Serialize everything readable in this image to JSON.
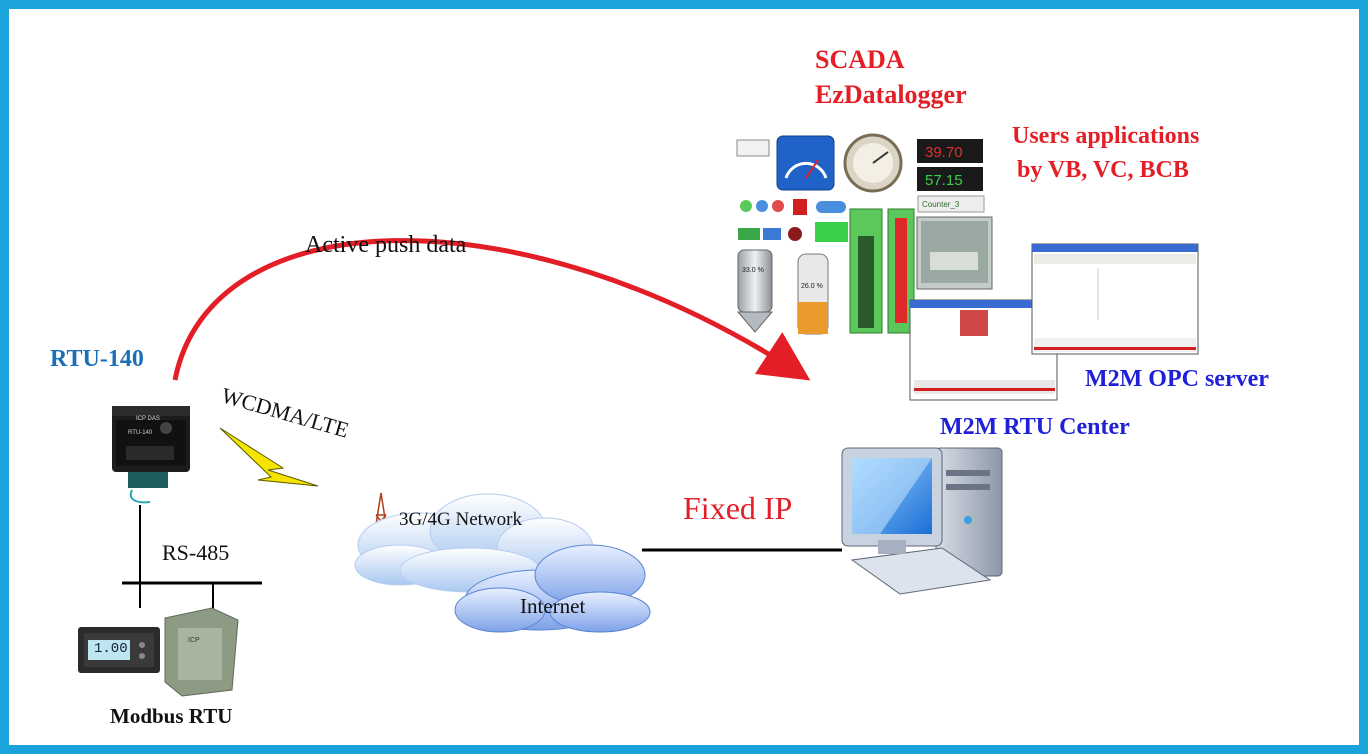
{
  "labels": {
    "scada": "SCADA",
    "ezdatalogger": "EzDatalogger",
    "users_apps_line1": "Users applications",
    "users_apps_line2": "by VB, VC, BCB",
    "active_push": "Active push data",
    "rtu": "RTU-140",
    "wcdma": "WCDMA/LTE",
    "rs485": "RS-485",
    "network": "3G/4G Network",
    "internet": "Internet",
    "fixed_ip": "Fixed IP",
    "opc": "M2M OPC server",
    "rtu_center": "M2M RTU Center",
    "modbus": "Modbus RTU"
  },
  "device_text": {
    "brand": "ICP DAS",
    "model": "RTU-140",
    "meter_display": "1.00"
  },
  "hmi_text": {
    "digital_1": "39.70",
    "digital_2": "57.15",
    "tank_1": "33.0 %",
    "tank_2": "26.0 %",
    "counter": "Counter_3"
  },
  "colors": {
    "frame": "#1aa3dc",
    "red_label": "#e41e26",
    "blue_label": "#1a6fb8",
    "dark_blue_label": "#2020d8",
    "arrow": "#e41e26",
    "bolt": "#f5e400"
  }
}
